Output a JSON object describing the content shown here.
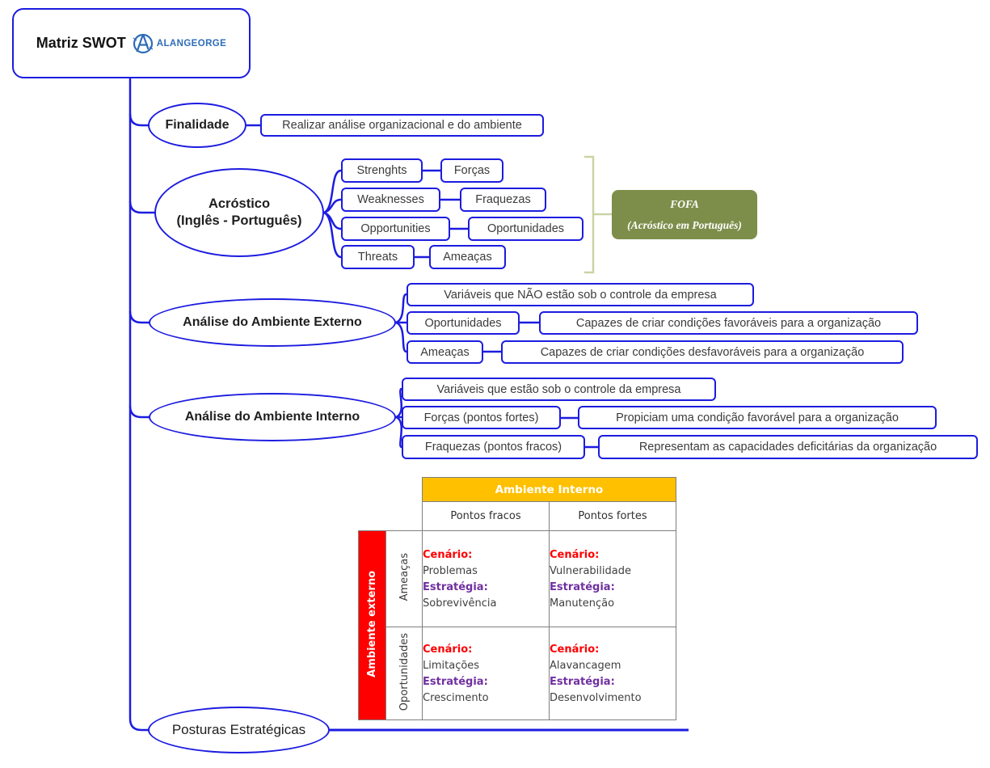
{
  "root": {
    "title": "Matriz SWOT",
    "logo_text": "ALANGEORGE"
  },
  "branches": {
    "finalidade": {
      "label": "Finalidade",
      "detail": "Realizar análise organizacional e do ambiente"
    },
    "acrostico": {
      "label_line1": "Acróstico",
      "label_line2": "(Inglês - Português)",
      "pairs": [
        {
          "en": "Strenghts",
          "pt": "Forças"
        },
        {
          "en": "Weaknesses",
          "pt": "Fraquezas"
        },
        {
          "en": "Opportunities",
          "pt": "Oportunidades"
        },
        {
          "en": "Threats",
          "pt": "Ameaças"
        }
      ],
      "fofa_line1": "FOFA",
      "fofa_line2": "(Acróstico em Português)"
    },
    "externo": {
      "label": "Análise do Ambiente Externo",
      "note": "Variáveis que NÃO estão sob o controle da empresa",
      "items": [
        {
          "term": "Oportunidades",
          "desc": "Capazes de criar condições favoráveis para a organização"
        },
        {
          "term": "Ameaças",
          "desc": "Capazes de criar condições desfavoráveis para a organização"
        }
      ]
    },
    "interno": {
      "label": "Análise do Ambiente Interno",
      "note": "Variáveis que estão sob o controle da empresa",
      "items": [
        {
          "term": "Forças (pontos fortes)",
          "desc": "Propiciam uma condição favorável para a organização"
        },
        {
          "term": "Fraquezas (pontos fracos)",
          "desc": "Representam as capacidades deficitárias da organização"
        }
      ]
    },
    "posturas": {
      "label": "Posturas Estratégicas"
    }
  },
  "matrix": {
    "header": "Ambiente Interno",
    "col_headers": [
      "Pontos fracos",
      "Pontos fortes"
    ],
    "row_group": "Ambiente externo",
    "row_headers": [
      "Ameaças",
      "Oportunidades"
    ],
    "cenario_label": "Cenário:",
    "estrategia_label": "Estratégia:",
    "cells": [
      {
        "cenario": "Problemas",
        "estrategia": "Sobrevivência"
      },
      {
        "cenario": "Vulnerabilidade",
        "estrategia": "Manutenção"
      },
      {
        "cenario": "Limitações",
        "estrategia": "Crescimento"
      },
      {
        "cenario": "Alavancagem",
        "estrategia": "Desenvolvimento"
      }
    ]
  },
  "colors": {
    "mindmap_blue": "#1c1ce0",
    "logo_blue": "#2e6db8",
    "olive_fill": "#7d8e4a",
    "bracket_olive": "#c9d4a4",
    "header_yellow": "#ffc000",
    "bar_red": "#fe0000",
    "label_red": "#fe0000",
    "label_purple": "#7030a0"
  }
}
